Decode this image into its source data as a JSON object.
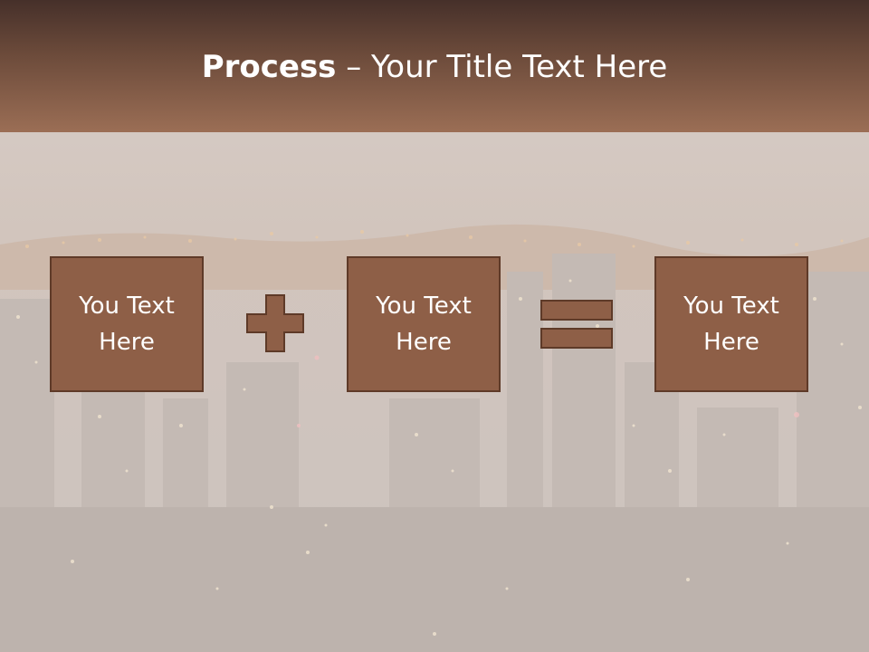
{
  "slide": {
    "title_bold": "Process",
    "title_rest": " – Your Title Text Here"
  },
  "process": {
    "boxes": [
      {
        "label": "You Text\nHere"
      },
      {
        "label": "You Text\nHere"
      },
      {
        "label": "You Text\nHere"
      }
    ],
    "operators": [
      "plus-icon",
      "equals-icon"
    ]
  },
  "colors": {
    "header": "#6b4a3a",
    "box_fill": "#8e5f47",
    "box_border": "#5e3a28",
    "text": "#ffffff"
  }
}
